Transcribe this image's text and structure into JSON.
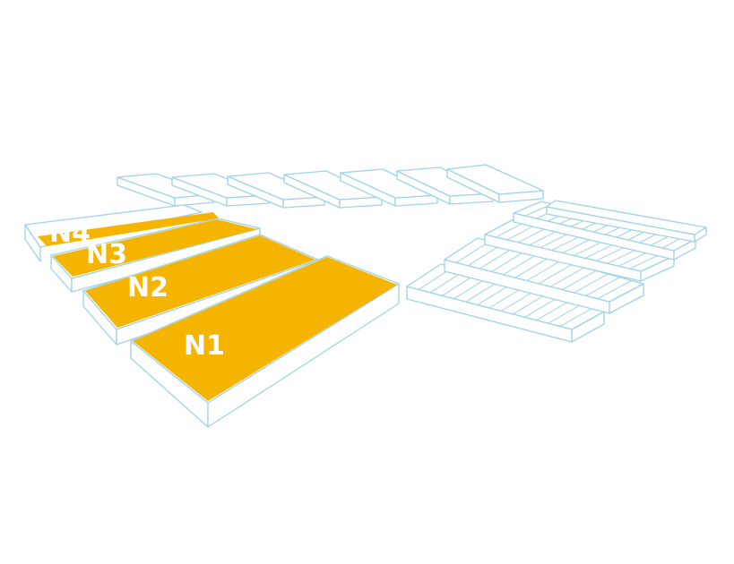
{
  "diagram": {
    "zone_labels": [
      "N1",
      "N2",
      "N3",
      "N4"
    ],
    "highlight_color": "#f5b400",
    "outline_color": "#9fd3e8"
  }
}
